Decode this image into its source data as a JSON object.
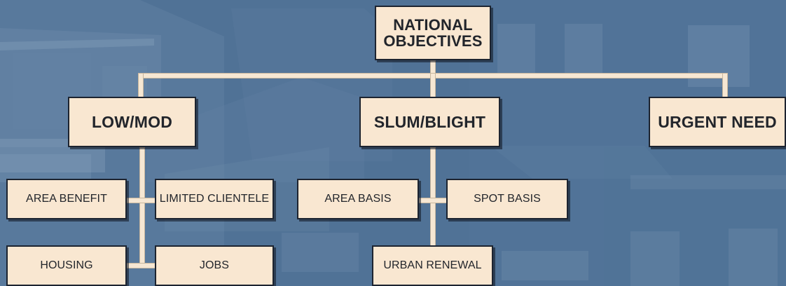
{
  "diagram": {
    "top_node": "NATIONAL\nOBJECTIVES",
    "level2": {
      "low_mod": "LOW/MOD",
      "slum_blight": "SLUM/BLIGHT",
      "urgent_need": "URGENT NEED"
    },
    "level3": {
      "area_benefit": "AREA BENEFIT",
      "limited_clientele": "LIMITED CLIENTELE",
      "area_basis": "AREA BASIS",
      "spot_basis": "SPOT BASIS"
    },
    "level4": {
      "housing": "HOUSING",
      "jobs": "JOBS",
      "urban_renewal": "URBAN RENEWAL"
    }
  },
  "colors": {
    "background": "#4e6f92",
    "node_fill": "#f9e7d1",
    "node_border": "#1d2430",
    "connector": "#f6e7d3"
  }
}
